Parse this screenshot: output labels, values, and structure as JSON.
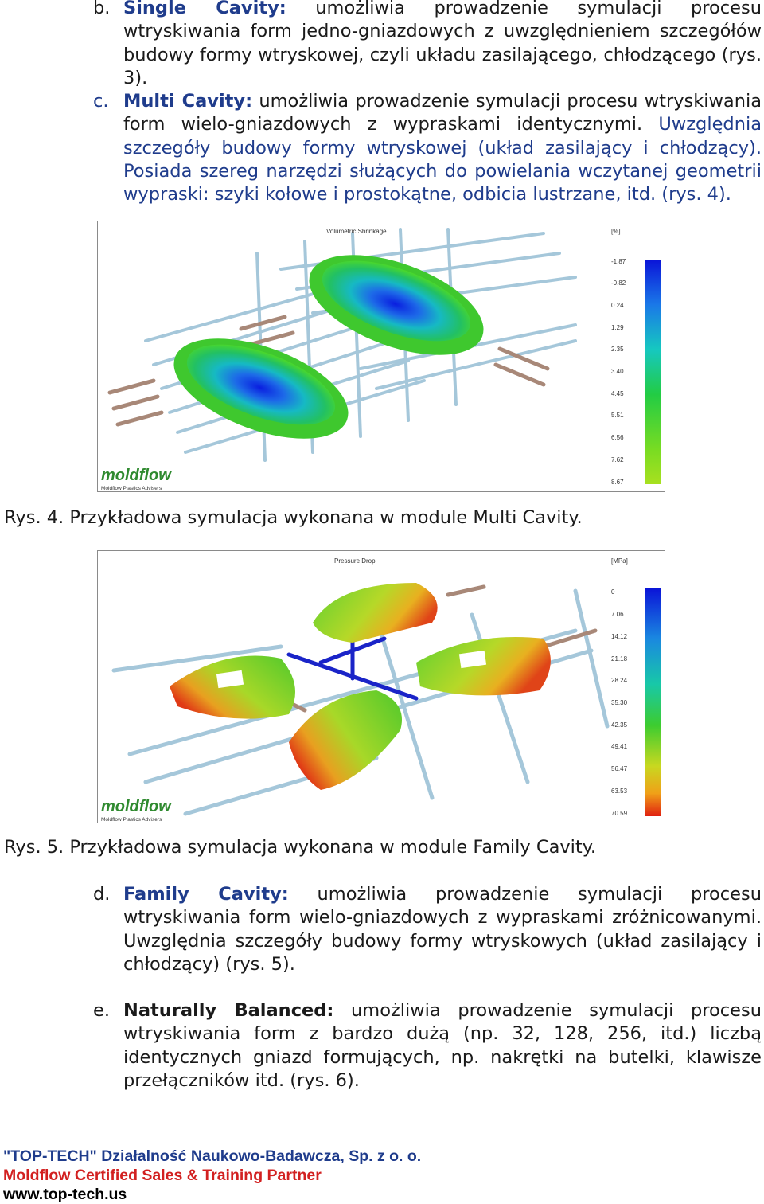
{
  "items": [
    {
      "marker": "b.",
      "term": "Single Cavity:",
      "text": " umożliwia prowadzenie symulacji procesu wtryskiwania form jedno-gniazdowych z uwzględnieniem szczegółów budowy formy wtryskowej, czyli układu zasilającego, chłodzącego (rys. 3).",
      "accent_text": ""
    },
    {
      "marker": "c.",
      "term": "Multi Cavity:",
      "text": " umożliwia prowadzenie symulacji procesu wtryskiwania form wielo-gniazdowych z wypraskami identycznymi. ",
      "accent_text": "Uwzględnia szczegóły budowy formy wtryskowej (układ zasilający i chłodzący). Posiada szereg narzędzi służących do powielania wczytanej geometrii wypraski: szyki kołowe i prostokątne, odbicia lustrzane, itd. (rys. 4)."
    },
    {
      "marker": "d.",
      "term": "Family Cavity:",
      "text": " umożliwia prowadzenie symulacji procesu wtryskiwania form wielo-gniazdowych z wypraskami zróżnicowanymi. Uwzględnia szczegóły budowy formy wtryskowych (układ zasilający i chłodzący) (rys. 5).",
      "accent_text": ""
    },
    {
      "marker": "e.",
      "term": "Naturally Balanced:",
      "text": " umożliwia prowadzenie symulacji procesu wtryskiwania form z bardzo dużą (np. 32, 128, 256, itd.) liczbą identycznych gniazd formujących, np. nakrętki na butelki, klawisze przełączników itd. (rys. 6).",
      "accent_text": ""
    }
  ],
  "figures": [
    {
      "plot_title": "Volumetric Shrinkage",
      "unit": "[%]",
      "scale": [
        "-1.87",
        "-0.82",
        "0.24",
        "1.29",
        "2.35",
        "3.40",
        "4.45",
        "5.51",
        "6.56",
        "7.62",
        "8.67"
      ],
      "logo": "moldflow",
      "logo_sub": "Moldflow Plastics Advisers",
      "caption": "Rys. 4. Przykładowa symulacja wykonana w module Multi Cavity."
    },
    {
      "plot_title": "Pressure Drop",
      "unit": "[MPa]",
      "scale": [
        "0",
        "7.06",
        "14.12",
        "21.18",
        "28.24",
        "35.30",
        "42.35",
        "49.41",
        "56.47",
        "63.53",
        "70.59"
      ],
      "logo": "moldflow",
      "logo_sub": "Moldflow Plastics Advisers",
      "caption": "Rys. 5. Przykładowa symulacja wykonana w module Family Cavity."
    }
  ],
  "footer": {
    "line1": "\"TOP-TECH\" Działalność Naukowo-Badawcza, Sp. z o. o.",
    "line2": "Moldflow Certified Sales & Training Partner",
    "line3": "www.top-tech.us",
    "color_primary": "#1f3c8c",
    "color_secondary": "#d22020",
    "color_url": "#000000"
  }
}
